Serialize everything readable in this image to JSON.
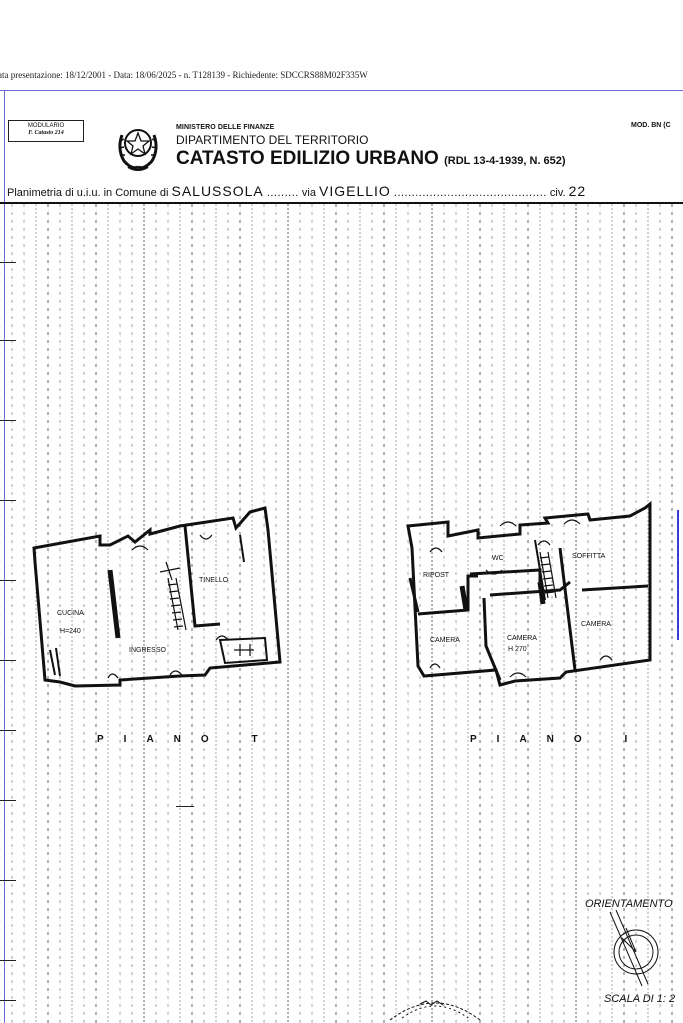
{
  "presentation_line": "ata presentazione: 18/12/2001 - Data: 18/06/2025 - n. T128139 - Richiedente: SDCCRS88M02F335W",
  "header": {
    "modulario_line1": "MODULARIO",
    "modulario_line2": "F. Catasto 214",
    "ministry": "MINISTERO DELLE FINANZE",
    "department": "DIPARTIMENTO DEL TERRITORIO",
    "title": "CATASTO EDILIZIO URBANO",
    "law_ref": "(RDL 13-4-1939, N. 652)",
    "mod_code": "MOD. BN (C"
  },
  "form_line": {
    "prefix": "Planimetria di u.i.u. in Comune di",
    "comune": "SALUSSOLA",
    "via_label": "via",
    "via": "VIGELLIO",
    "civ_label": "civ.",
    "civ": "22"
  },
  "floor_plans": [
    {
      "label": "PIANO T",
      "rooms": [
        "CUCINA",
        "H=240",
        "INGRESSO",
        "TINELLO"
      ]
    },
    {
      "label": "PIANO I",
      "rooms": [
        "RIPOST",
        "WC",
        "SOFFITTA",
        "CAMERA",
        "CAMERA",
        "H 270",
        "CAMERA"
      ]
    }
  ],
  "orientation_label": "ORIENTAMENTO",
  "scale_label": "SCALA DI 1: 2"
}
